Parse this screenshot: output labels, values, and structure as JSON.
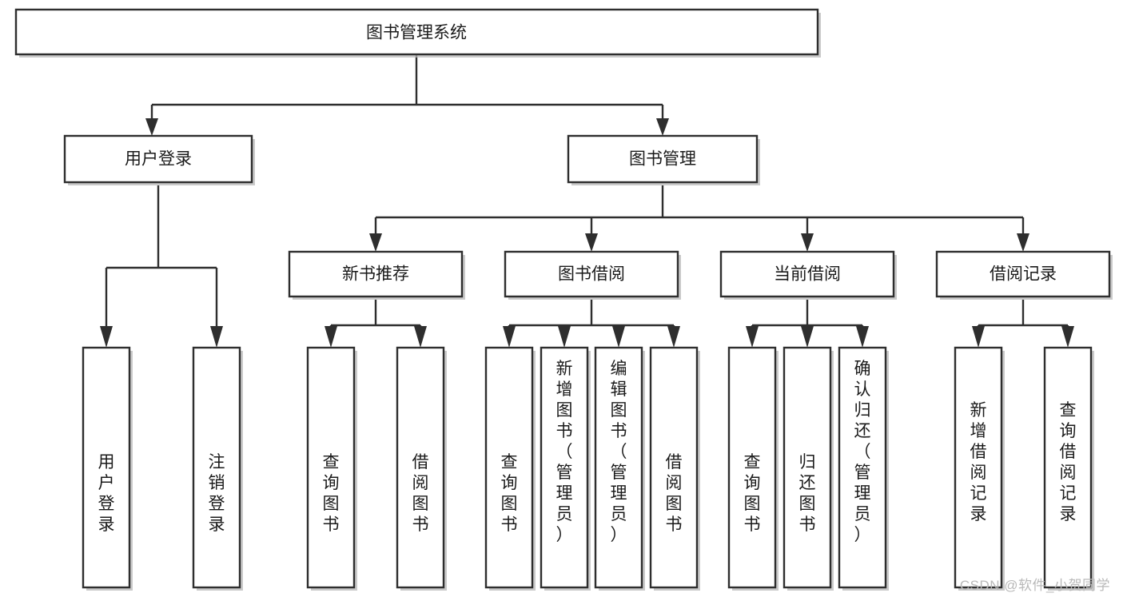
{
  "diagram": {
    "type": "tree",
    "title": "图书管理系统",
    "watermark": "CSDN @软件_小贺同学",
    "colors": {
      "box_stroke": "#2e2e2e",
      "box_fill": "#ffffff",
      "connector": "#2e2e2e",
      "text": "#1a1a1a",
      "watermark": "#b9b9b9",
      "background": "#ffffff"
    },
    "nodes": {
      "root": {
        "label": "图书管理系统"
      },
      "level2": [
        {
          "id": "user-login",
          "label": "用户登录"
        },
        {
          "id": "book-manage",
          "label": "图书管理"
        }
      ],
      "level3": [
        {
          "id": "new-book-recommend",
          "label": "新书推荐"
        },
        {
          "id": "book-borrow",
          "label": "图书借阅"
        },
        {
          "id": "current-borrow",
          "label": "当前借阅"
        },
        {
          "id": "borrow-record",
          "label": "借阅记录"
        }
      ],
      "leaves": {
        "user-login": [
          {
            "id": "leaf-user-login",
            "label": "用户登录"
          },
          {
            "id": "leaf-logout-login",
            "label": "注销登录"
          }
        ],
        "new-book-recommend": [
          {
            "id": "leaf-query-book-1",
            "label": "查询图书"
          },
          {
            "id": "leaf-borrow-book-1",
            "label": "借阅图书"
          }
        ],
        "book-borrow": [
          {
            "id": "leaf-query-book-2",
            "label": "查询图书"
          },
          {
            "id": "leaf-add-book",
            "label": "新增图书（管理员）"
          },
          {
            "id": "leaf-edit-book",
            "label": "编辑图书（管理员）"
          },
          {
            "id": "leaf-borrow-book-2",
            "label": "借阅图书"
          }
        ],
        "current-borrow": [
          {
            "id": "leaf-query-book-3",
            "label": "查询图书"
          },
          {
            "id": "leaf-return-book",
            "label": "归还图书"
          },
          {
            "id": "leaf-confirm-return",
            "label": "确认归还（管理员）"
          }
        ],
        "borrow-record": [
          {
            "id": "leaf-add-record",
            "label": "新增借阅记录"
          },
          {
            "id": "leaf-query-record",
            "label": "查询借阅记录"
          }
        ]
      }
    }
  }
}
